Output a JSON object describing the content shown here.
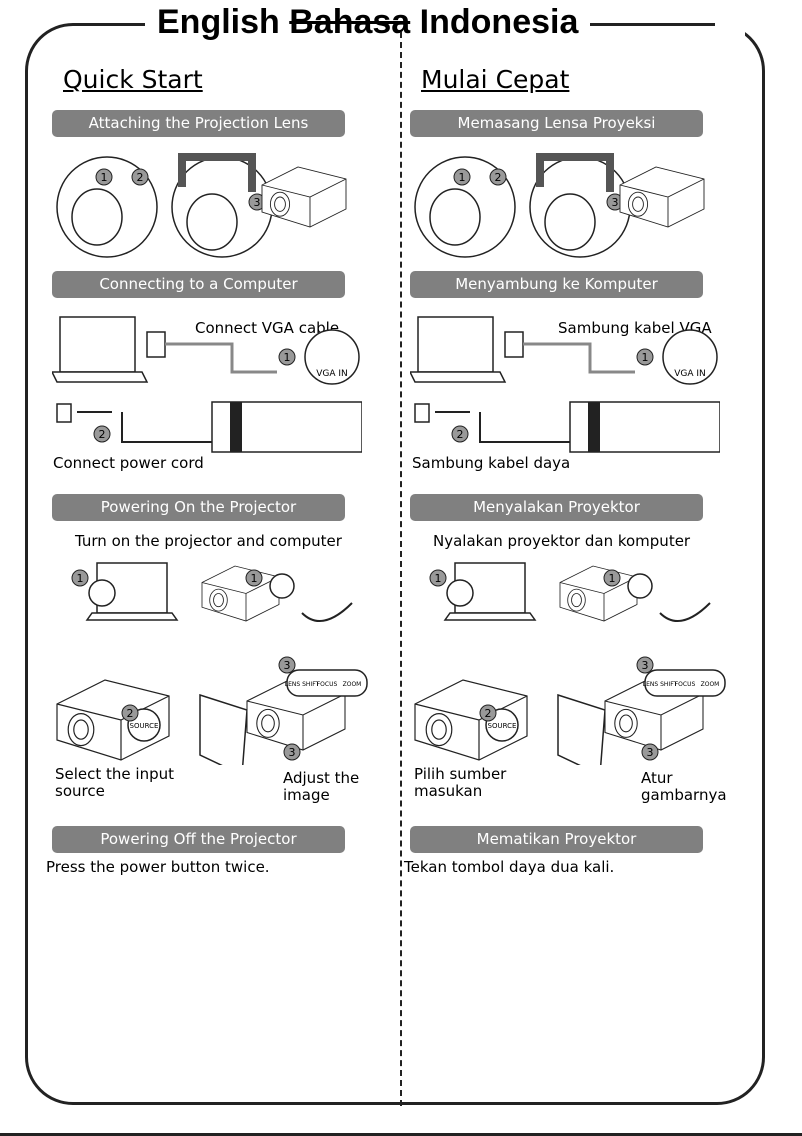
{
  "title": {
    "english": "English",
    "bahasa": "Bahasa",
    "indonesia": "Indonesia"
  },
  "left": {
    "heading": "Quick Start",
    "sections": [
      {
        "label": "Attaching the Projection Lens"
      },
      {
        "label": "Connecting to a Computer",
        "captions": [
          "Connect VGA cable",
          "Connect power cord"
        ]
      },
      {
        "label": "Powering On the Projector",
        "captions": [
          "Turn on the projector and computer",
          "Select the input source",
          "Adjust the image"
        ]
      },
      {
        "label": "Powering Off the Projector",
        "captions": [
          "Press the power button twice."
        ]
      }
    ]
  },
  "right": {
    "heading": "Mulai Cepat",
    "sections": [
      {
        "label": "Memasang Lensa Proyeksi"
      },
      {
        "label": "Menyambung ke Komputer",
        "captions": [
          "Sambung kabel VGA",
          "Sambung kabel daya"
        ]
      },
      {
        "label": "Menyalakan Proyektor",
        "captions": [
          "Nyalakan proyektor dan komputer",
          "Pilih sumber masukan",
          "Atur gambarnya"
        ]
      },
      {
        "label": "Mematikan Proyektor",
        "captions": [
          "Tekan tombol daya dua kali."
        ]
      }
    ]
  },
  "illustration_labels": {
    "vga": "VGA IN",
    "source": "SOURCE",
    "lens_shift": "LENS SHIFT",
    "focus": "FOCUS",
    "zoom": "ZOOM",
    "steps": [
      "1",
      "2",
      "3"
    ]
  }
}
